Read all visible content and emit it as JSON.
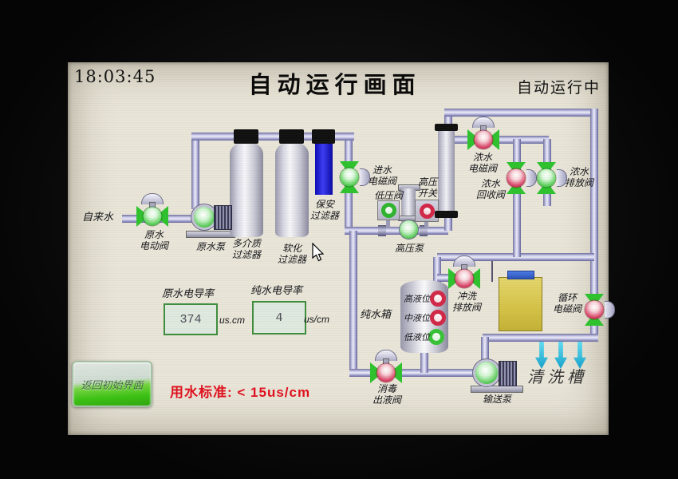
{
  "header": {
    "time": "18:03:45",
    "title": "自动运行画面",
    "status": "自动运行中"
  },
  "equipment": {
    "tap_water": "自来水",
    "raw_valve": [
      "原水",
      "电动阀"
    ],
    "raw_pump": "原水泵",
    "media_filter": [
      "多介质",
      "过滤器"
    ],
    "softener_filter": [
      "软化",
      "过滤器"
    ],
    "security_filter": [
      "保安",
      "过滤器"
    ],
    "inlet_valve": [
      "进水",
      "电磁阀"
    ],
    "low_pressure_valve": "低压阀",
    "hp_switch": [
      "高压",
      "开关"
    ],
    "hp_pump": "高压泵",
    "conc_solenoid": [
      "浓水",
      "电磁阀"
    ],
    "conc_recovery": [
      "浓水",
      "回收阀"
    ],
    "conc_discharge": [
      "浓水",
      "排放阀"
    ],
    "flush_discharge": [
      "冲洗",
      "排放阀"
    ],
    "circulation_valve": [
      "循环",
      "电磁阀"
    ],
    "pure_tank": "纯水箱",
    "levels": {
      "high": "高液位",
      "mid": "中液位",
      "low": "低液位"
    },
    "disinfect_valve": [
      "消毒",
      "出液阀"
    ],
    "transfer_pump": "输送泵",
    "cleaning_tank": "清洗槽"
  },
  "readings": {
    "raw_conductivity": {
      "label": "原水电导率",
      "value": "374",
      "unit": "us.cm"
    },
    "pure_conductivity": {
      "label": "纯水电导率",
      "value": "4",
      "unit": "us/cm"
    }
  },
  "footer": {
    "back_button": "返回初始界面",
    "standard": "用水标准: < 15us/cm"
  },
  "colors": {
    "valve_green": "#2ec22e",
    "valve_red": "#cc2442",
    "pipe": "#b9b9dd",
    "screen_bg": "#e9e5d8",
    "alert_red": "#e0101e",
    "tank_yellow": "#d9c853",
    "arrow_cyan": "#38c8e8"
  }
}
